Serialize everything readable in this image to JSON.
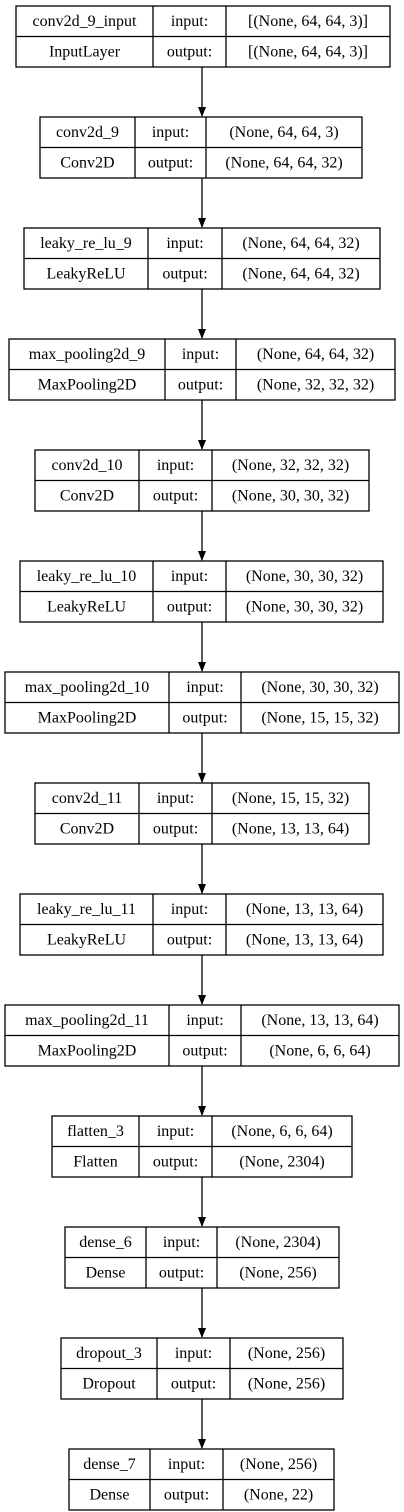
{
  "diagram": {
    "type": "keras-model-plot",
    "line_color": "#000000",
    "background": "#ffffff",
    "port_labels": {
      "input": "input:",
      "output": "output:"
    },
    "layers": [
      {
        "name": "conv2d_9_input",
        "class": "InputLayer",
        "input_shape": "[(None, 64, 64, 3)]",
        "output_shape": "[(None, 64, 64, 3)]"
      },
      {
        "name": "conv2d_9",
        "class": "Conv2D",
        "input_shape": "(None, 64, 64, 3)",
        "output_shape": "(None, 64, 64, 32)"
      },
      {
        "name": "leaky_re_lu_9",
        "class": "LeakyReLU",
        "input_shape": "(None, 64, 64, 32)",
        "output_shape": "(None, 64, 64, 32)"
      },
      {
        "name": "max_pooling2d_9",
        "class": "MaxPooling2D",
        "input_shape": "(None, 64, 64, 32)",
        "output_shape": "(None, 32, 32, 32)"
      },
      {
        "name": "conv2d_10",
        "class": "Conv2D",
        "input_shape": "(None, 32, 32, 32)",
        "output_shape": "(None, 30, 30, 32)"
      },
      {
        "name": "leaky_re_lu_10",
        "class": "LeakyReLU",
        "input_shape": "(None, 30, 30, 32)",
        "output_shape": "(None, 30, 30, 32)"
      },
      {
        "name": "max_pooling2d_10",
        "class": "MaxPooling2D",
        "input_shape": "(None, 30, 30, 32)",
        "output_shape": "(None, 15, 15, 32)"
      },
      {
        "name": "conv2d_11",
        "class": "Conv2D",
        "input_shape": "(None, 15, 15, 32)",
        "output_shape": "(None, 13, 13, 64)"
      },
      {
        "name": "leaky_re_lu_11",
        "class": "LeakyReLU",
        "input_shape": "(None, 13, 13, 64)",
        "output_shape": "(None, 13, 13, 64)"
      },
      {
        "name": "max_pooling2d_11",
        "class": "MaxPooling2D",
        "input_shape": "(None, 13, 13, 64)",
        "output_shape": "(None, 6, 6, 64)"
      },
      {
        "name": "flatten_3",
        "class": "Flatten",
        "input_shape": "(None, 6, 6, 64)",
        "output_shape": "(None, 2304)"
      },
      {
        "name": "dense_6",
        "class": "Dense",
        "input_shape": "(None, 2304)",
        "output_shape": "(None, 256)"
      },
      {
        "name": "dropout_3",
        "class": "Dropout",
        "input_shape": "(None, 256)",
        "output_shape": "(None, 256)"
      },
      {
        "name": "dense_7",
        "class": "Dense",
        "input_shape": "(None, 256)",
        "output_shape": "(None, 22)"
      }
    ]
  }
}
